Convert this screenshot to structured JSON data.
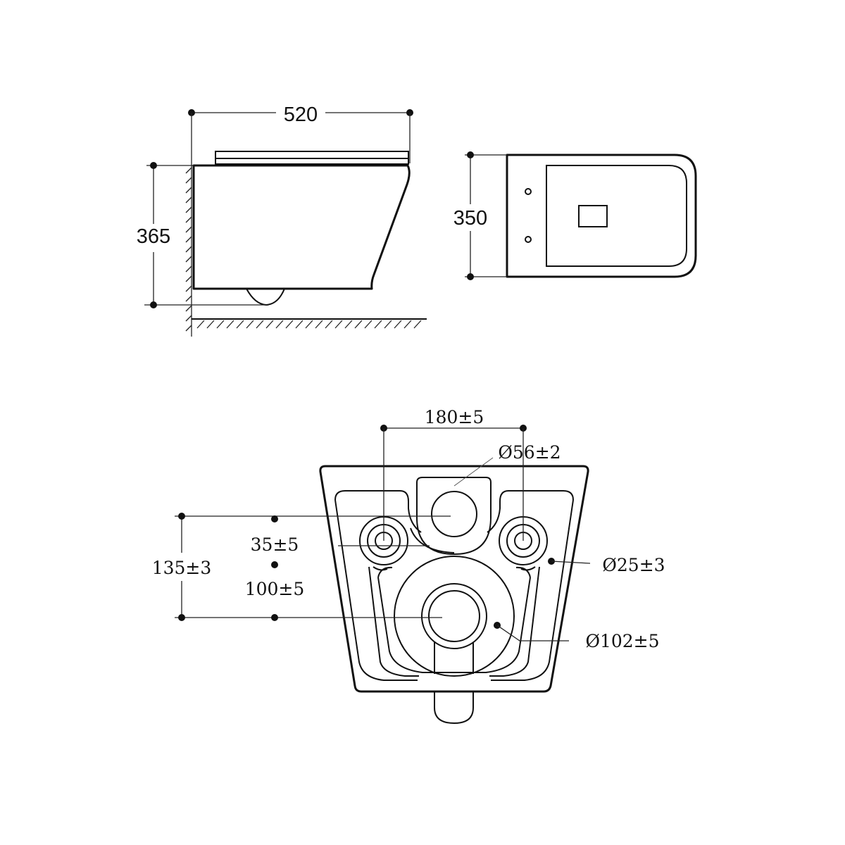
{
  "side_view": {
    "width_label": "520",
    "height_label": "365"
  },
  "top_view": {
    "depth_label": "350"
  },
  "bottom_view": {
    "inlet_spacing_label": "180±5",
    "flush_inlet_label": "Ø56±2",
    "height_total_label": "135±3",
    "offset_label": "35±5",
    "outlet_offset_label": "100±5",
    "bolt_hole_label": "Ø25±3",
    "outlet_label": "Ø102±5"
  }
}
